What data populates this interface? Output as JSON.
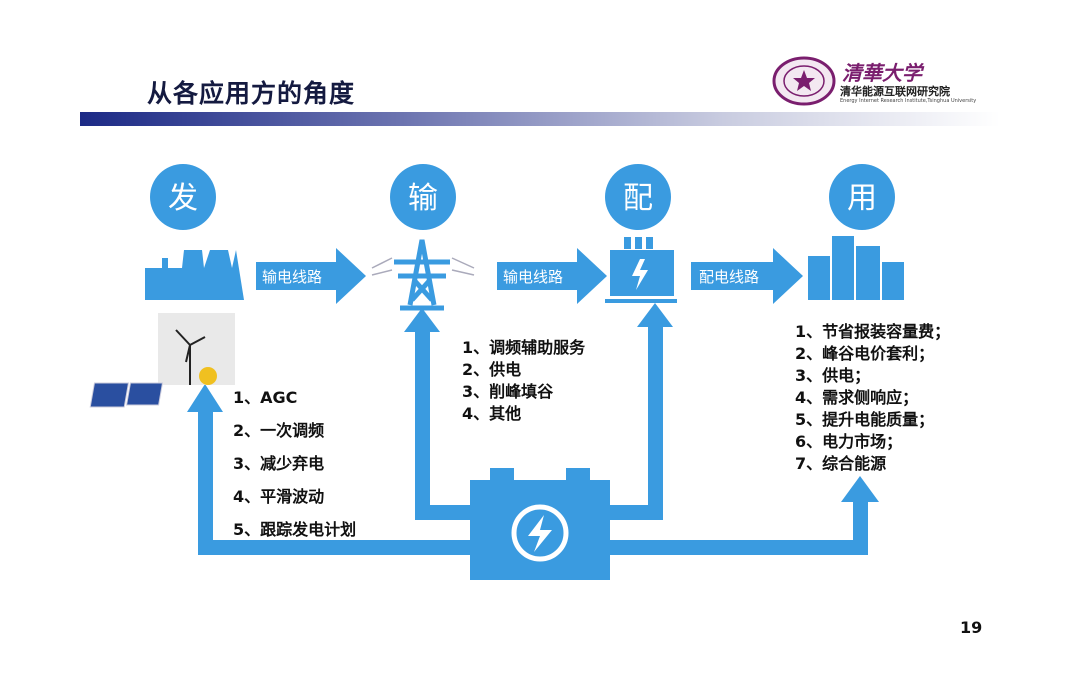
{
  "title": "从各应用方的角度",
  "logo": {
    "name_calligraphy": "清華大学",
    "institute": "清华能源互联网研究院",
    "institute_en": "Energy Internet Research Institute,Tsinghua University"
  },
  "stages": [
    "发",
    "输",
    "配",
    "用"
  ],
  "arrows": [
    "输电线路",
    "输电线路",
    "配电线路"
  ],
  "generation_list": [
    "1、AGC",
    "2、一次调频",
    "3、减少弃电",
    "4、平滑波动",
    "5、跟踪发电计划"
  ],
  "transmission_list": [
    "1、调频辅助服务",
    "2、供电",
    "3、削峰填谷",
    "4、其他"
  ],
  "consumption_list": [
    "1、节省报装容量费；",
    "2、峰谷电价套利；",
    "3、供电；",
    "4、需求侧响应；",
    "5、提升电能质量；",
    "6、电力市场；",
    "7、综合能源"
  ],
  "page_number": "19",
  "colors": {
    "accent": "#3a9be0",
    "title": "#141a40",
    "logo": "#7a1e6e"
  }
}
